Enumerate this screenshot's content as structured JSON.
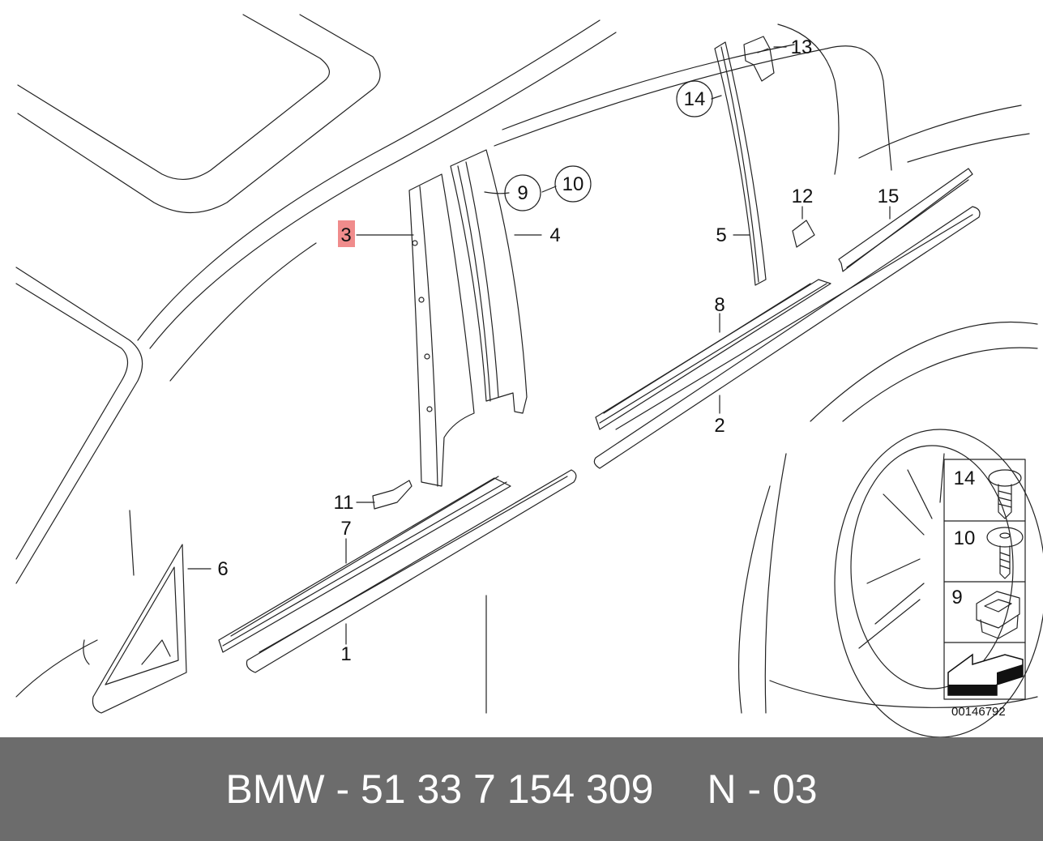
{
  "callouts": {
    "c1": "1",
    "c2": "2",
    "c3": "3",
    "c4": "4",
    "c5": "5",
    "c6": "6",
    "c7": "7",
    "c8": "8",
    "c9": "9",
    "c10": "10",
    "c11": "11",
    "c12": "12",
    "c13": "13",
    "c14": "14",
    "c15": "15"
  },
  "highlight_color": "#f08c8c",
  "legend": {
    "items": [
      {
        "label": "14",
        "icon": "screw-with-washer-icon"
      },
      {
        "label": "10",
        "icon": "screw-with-round-head-icon"
      },
      {
        "label": "9",
        "icon": "clip-nut-icon"
      },
      {
        "label": "",
        "icon": "arrow-left-icon"
      }
    ]
  },
  "sheet_number": "00146792",
  "footer": {
    "part_text": "BMW - 51 33 7 154 309",
    "page_text": "N - 03",
    "background": "#6c6c6c"
  }
}
